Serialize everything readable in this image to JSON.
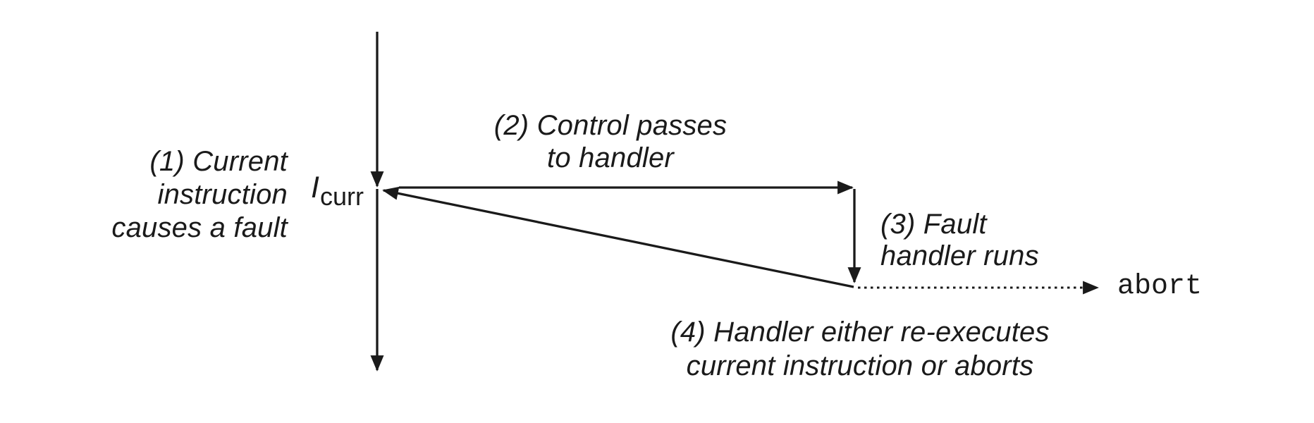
{
  "diagram": {
    "title_implicit": "Fault handling control flow",
    "colors": {
      "ink": "#1a1a1a",
      "background": "#ffffff"
    },
    "labels": {
      "step1": {
        "line1": "(1) Current",
        "line2": "instruction",
        "line3": "causes a fault"
      },
      "icurr": {
        "base": "I",
        "sub": "curr"
      },
      "step2": {
        "line1": "(2) Control passes",
        "line2": "to handler"
      },
      "step3": {
        "line1": "(3) Fault",
        "line2": "handler runs"
      },
      "step4": {
        "line1": "(4) Handler either re-executes",
        "line2": "current instruction or aborts"
      },
      "abort": "abort"
    },
    "arrows": [
      {
        "name": "program-timeline-upper",
        "style": "solid",
        "direction": "down"
      },
      {
        "name": "program-timeline-lower",
        "style": "solid",
        "direction": "down"
      },
      {
        "name": "control-passes-to-handler",
        "style": "solid",
        "direction": "right"
      },
      {
        "name": "fault-handler-runs",
        "style": "solid",
        "direction": "down"
      },
      {
        "name": "handler-returns-to-icurr",
        "style": "solid",
        "direction": "up-left"
      },
      {
        "name": "handler-aborts",
        "style": "dotted",
        "direction": "right"
      }
    ]
  }
}
